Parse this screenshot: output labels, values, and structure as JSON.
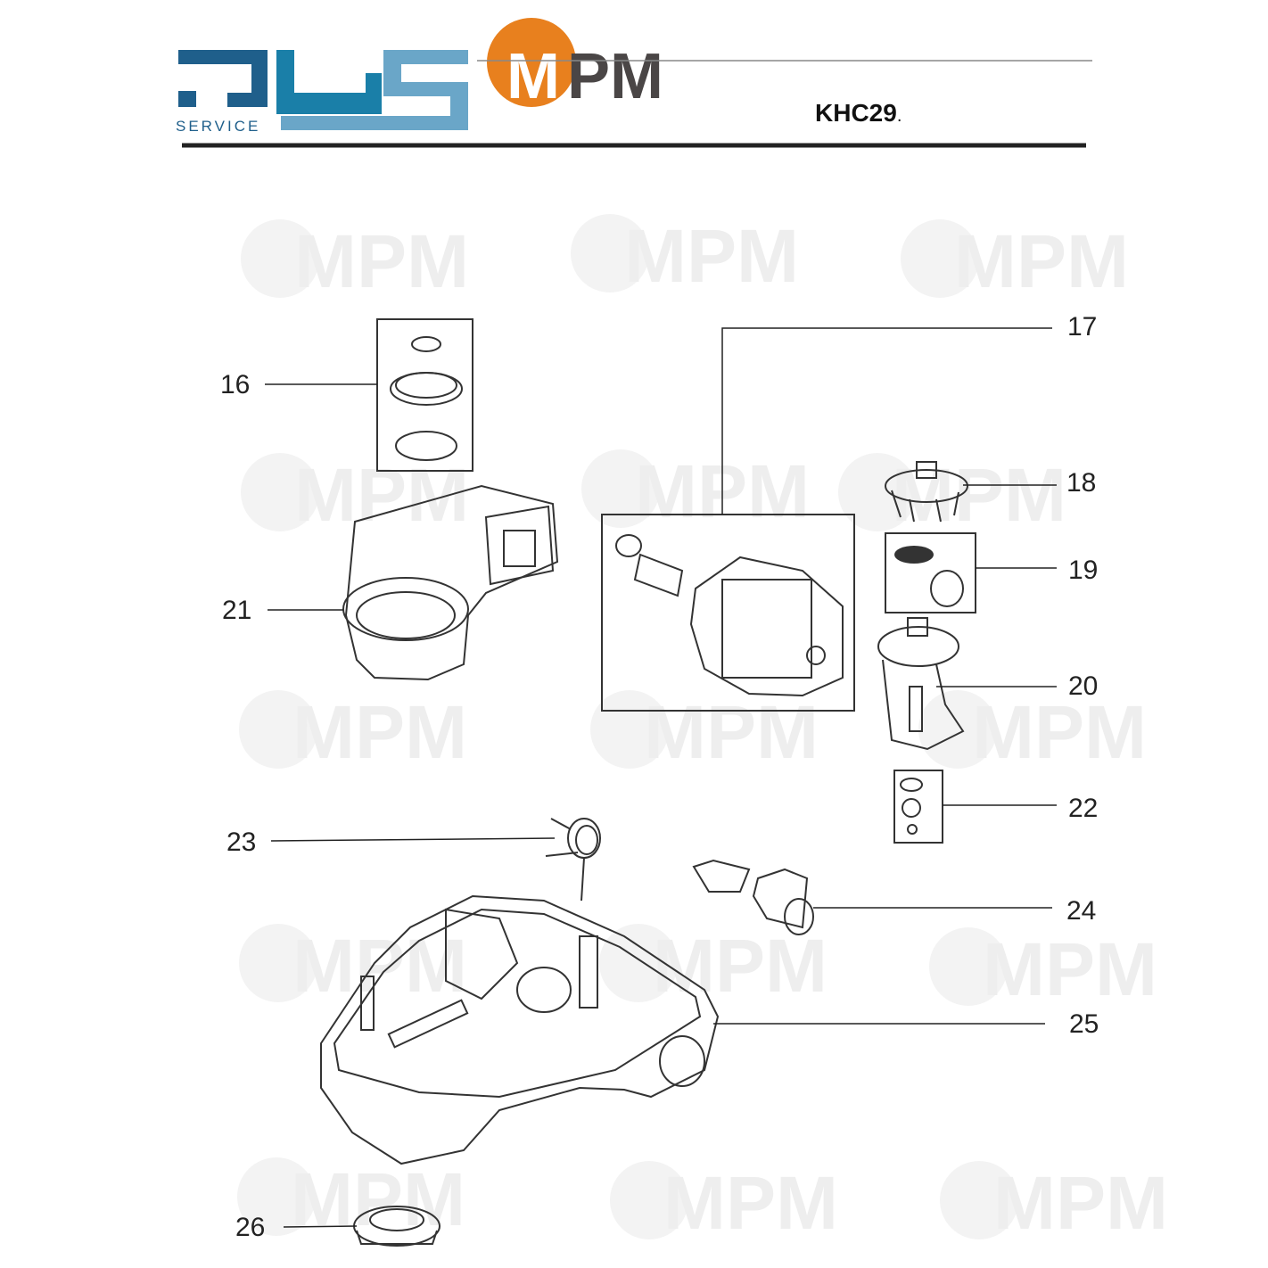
{
  "header": {
    "logo_dls": "DLS",
    "logo_dls_sub": "SERVICE",
    "logo_mpm": "MPM",
    "model": "KHC29",
    "model_suffix": "."
  },
  "watermark": "MPM",
  "labels": [
    "16",
    "17",
    "18",
    "19",
    "20",
    "21",
    "22",
    "23",
    "24",
    "25",
    "26"
  ],
  "colors": {
    "dls_dark": "#1f5f8b",
    "dls_light": "#6aa6c8",
    "mpm_orange": "#e8801e",
    "mpm_gray": "#4a4646"
  }
}
